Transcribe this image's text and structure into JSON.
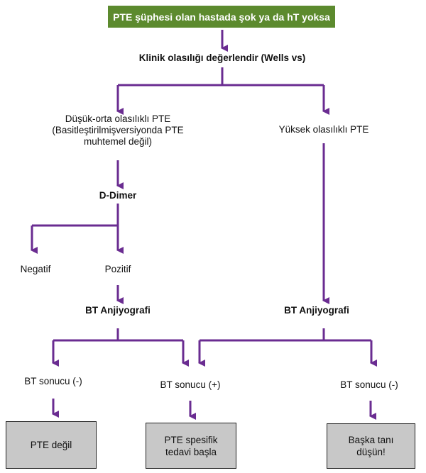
{
  "header": {
    "text": "PTE şüphesi olan hastada şok ya da hT yoksa"
  },
  "nodes": {
    "wells": "Klinik olasılığı değerlendir (Wells vs)",
    "low_prob_line1": "Düşük-orta olasılıklı PTE",
    "low_prob_line2": "(Basitleştirilmişversiyonda PTE",
    "low_prob_line3": "muhtemel değil)",
    "high_prob": "Yüksek olasılıklı PTE",
    "ddimer": "D-Dimer",
    "negative": "Negatif",
    "positive": "Pozitif",
    "ct_left": "BT Anjiyografi",
    "ct_right": "BT Anjiyografi",
    "ct_result_neg_left": "BT sonucu (-)",
    "ct_result_pos": "BT sonucu (+)",
    "ct_result_neg_right": "BT sonucu (-)"
  },
  "outcomes": {
    "no_pte": "PTE değil",
    "treat_line1": "PTE spesifik",
    "treat_line2": "tedavi başla",
    "other_line1": "Başka tanı",
    "other_line2": "düşün!"
  },
  "colors": {
    "arrow": "#6a2c91",
    "header_bg": "#5c8a2e",
    "box_bg": "#c8c8c8"
  }
}
